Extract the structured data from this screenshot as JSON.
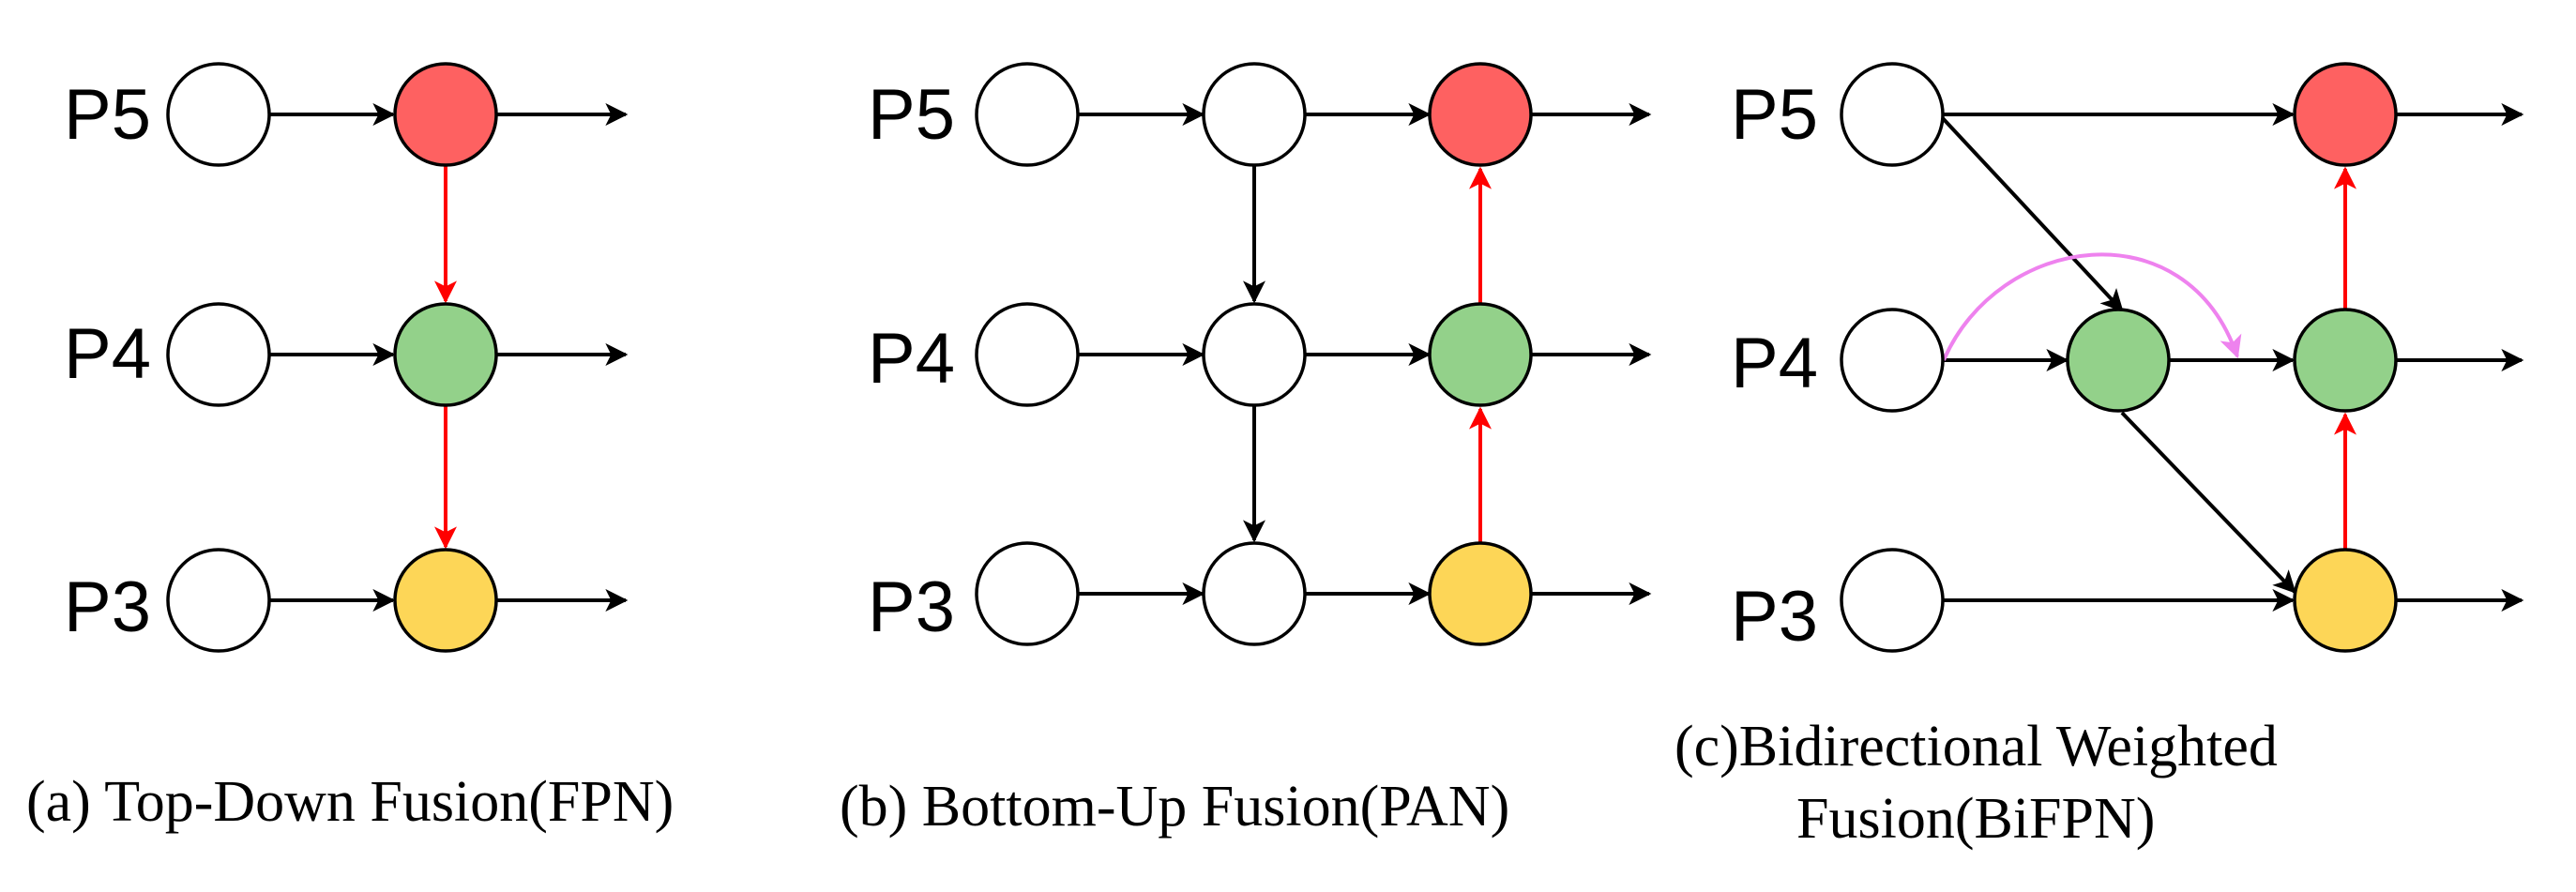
{
  "colors": {
    "fused_top": "#fe6161",
    "fused_mid": "#93d18a",
    "fused_bottom": "#fdd657",
    "input": "#ffffff",
    "edge_default": "#000000",
    "edge_highlight": "#ff0000",
    "edge_weighted_skip": "#ee82ee"
  },
  "panels": [
    {
      "id": "a",
      "levels": [
        "P5",
        "P4",
        "P3"
      ],
      "caption_lines": [
        "(a) Top-Down Fusion(FPN)"
      ]
    },
    {
      "id": "b",
      "levels": [
        "P5",
        "P4",
        "P3"
      ],
      "caption_lines": [
        "(b) Bottom-Up Fusion(PAN)"
      ]
    },
    {
      "id": "c",
      "levels": [
        "P5",
        "P4",
        "P3"
      ],
      "caption_lines": [
        "(c)Bidirectional Weighted",
        "Fusion(BiFPN)"
      ]
    }
  ]
}
